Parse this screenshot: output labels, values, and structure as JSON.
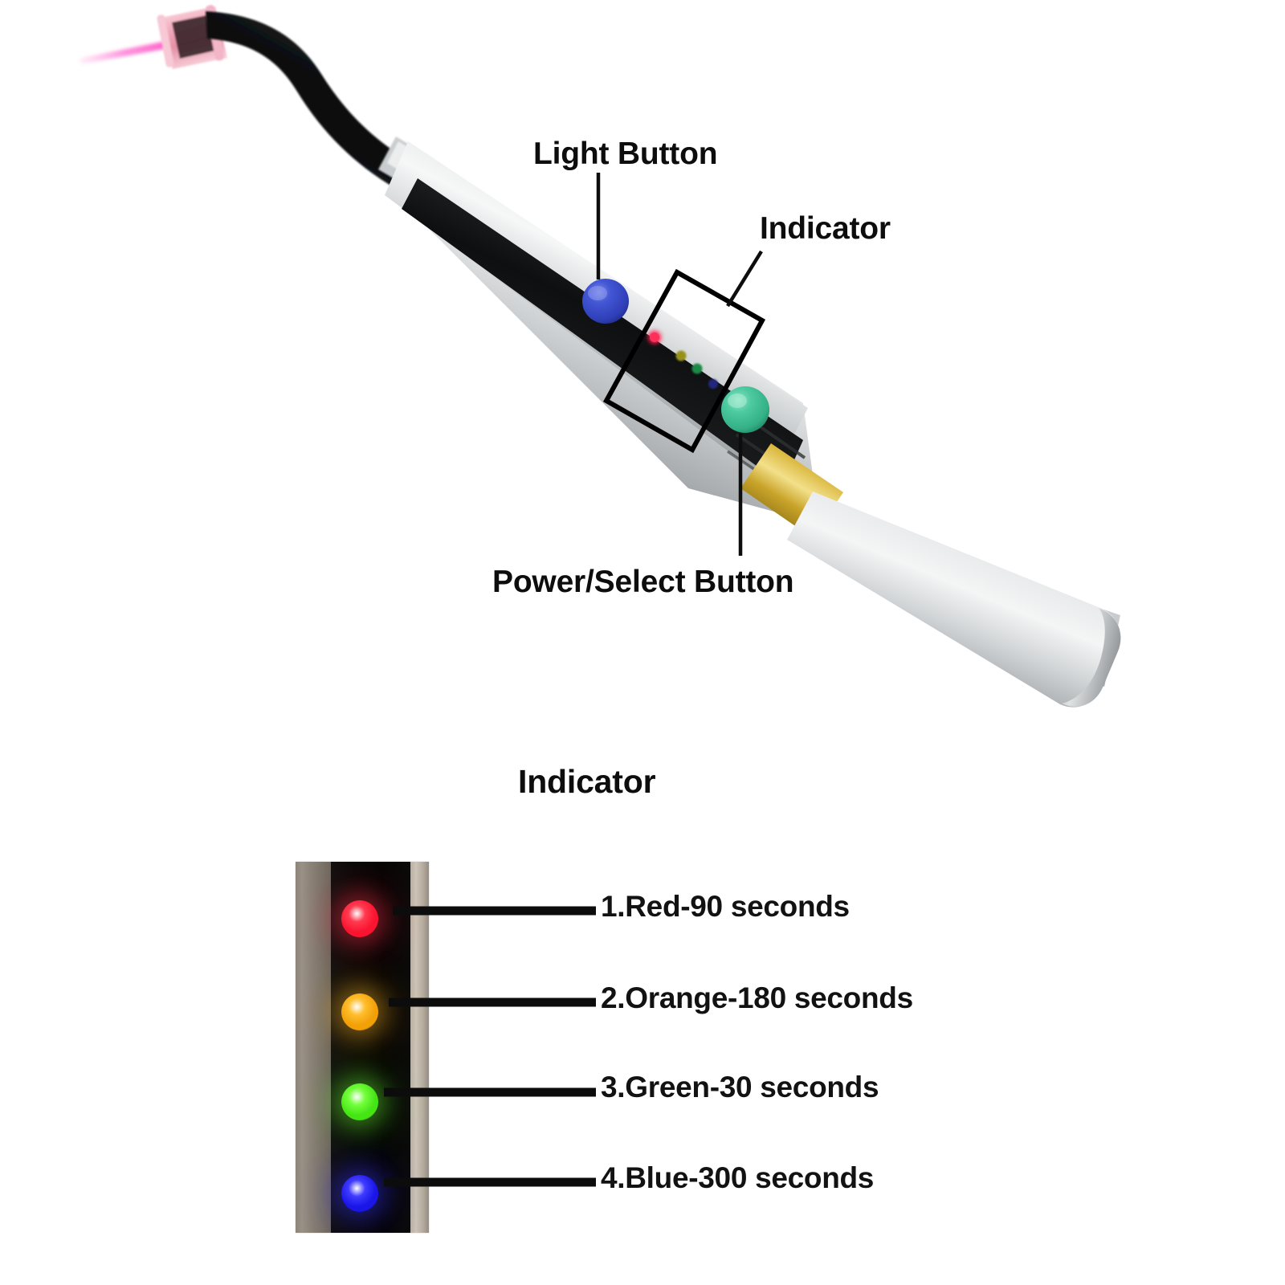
{
  "figure": {
    "type": "labeled-product-photo",
    "subject": "dental laser pen / photo-activated disinfection handpiece",
    "background_color": "#ffffff"
  },
  "top_diagram": {
    "callouts": [
      {
        "id": "light-button",
        "label": "Light Button",
        "points_to": "blue round button on pen body"
      },
      {
        "id": "indicator",
        "label": "Indicator",
        "points_to": "boxed LED row on pen body"
      },
      {
        "id": "power-select-button",
        "label": "Power/Select Button",
        "points_to": "green round button on pen body"
      }
    ],
    "pen": {
      "tip_beam_color": "#ff6ec7",
      "tip_ferrule_color": "#f2b8c6",
      "black_shaft_color": "#121212",
      "metal_body_color": "#b9bcbe",
      "gold_ring_color": "#c8a227",
      "light_button_color": "#3a4ecb",
      "power_select_button_color": "#3fbf95",
      "indicator_leds": [
        "#ff1a4b",
        "#8f8a1e",
        "#1f8f4a",
        "#22267f"
      ]
    }
  },
  "bottom_diagram": {
    "heading": "Indicator",
    "strip": {
      "metal_left_color": "#8c8378",
      "black_face_color": "#0a0908",
      "metal_right_color": "#c0b7aa"
    },
    "leds": [
      {
        "index": 1,
        "name": "Red",
        "seconds": 90,
        "color": "#fa1430",
        "glow": "#ff3a4f",
        "label": "1.Red-90 seconds"
      },
      {
        "index": 2,
        "name": "Orange",
        "seconds": 180,
        "color": "#f2a007",
        "glow": "#ffbe2e",
        "label": "2.Orange-180 seconds"
      },
      {
        "index": 3,
        "name": "Green",
        "seconds": 30,
        "color": "#45e515",
        "glow": "#74ff3c",
        "label": "3.Green-30 seconds"
      },
      {
        "index": 4,
        "name": "Blue",
        "seconds": 300,
        "color": "#1a16e8",
        "glow": "#3f3bff",
        "label": "4.Blue-300 seconds"
      }
    ]
  }
}
